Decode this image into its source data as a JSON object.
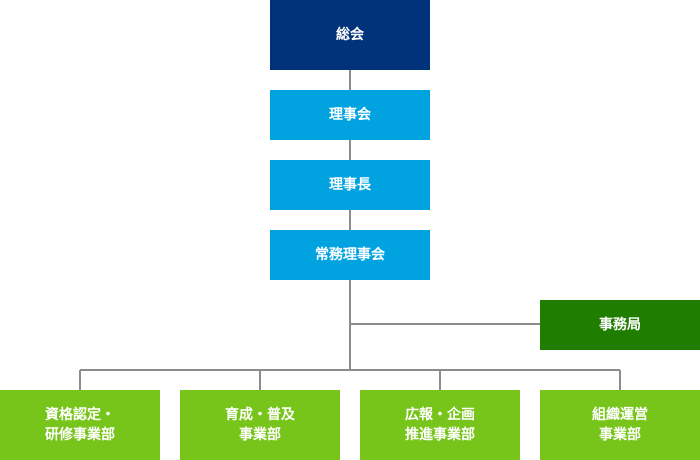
{
  "org": {
    "general_assembly": "総会",
    "board": "理事会",
    "chairman": "理事長",
    "executive_board": "常務理事会",
    "secretariat": "事務局",
    "departments": [
      "資格認定・\n研修事業部",
      "育成・普及\n事業部",
      "広報・企画\n推進事業部",
      "組織運営\n事業部"
    ]
  },
  "colors": {
    "general_assembly": "#00337a",
    "executive": "#00a3e0",
    "secretariat": "#1f7e00",
    "departments": "#77c41a",
    "connector": "#8c8c8c"
  }
}
